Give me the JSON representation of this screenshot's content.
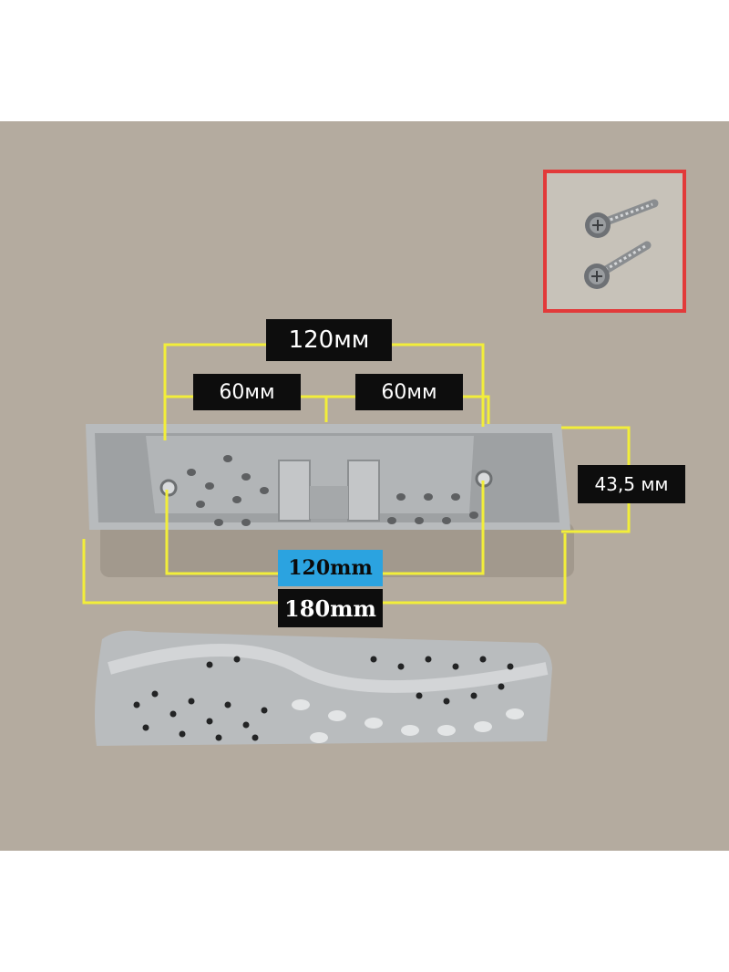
{
  "dimensions": {
    "top_total": "120мм",
    "top_left_half": "60мм",
    "top_right_half": "60мм",
    "height": "43,5 мм",
    "hole_spacing": "120mm",
    "overall_length": "180mm"
  },
  "colors": {
    "background": "#b4ab9f",
    "dimension_lines": "#f2ee3a",
    "inset_frame": "#e23a3a",
    "hole_spacing_label": "#2ba3e0",
    "label_background": "#0d0d0d",
    "plastic_part": "#a9acae"
  }
}
